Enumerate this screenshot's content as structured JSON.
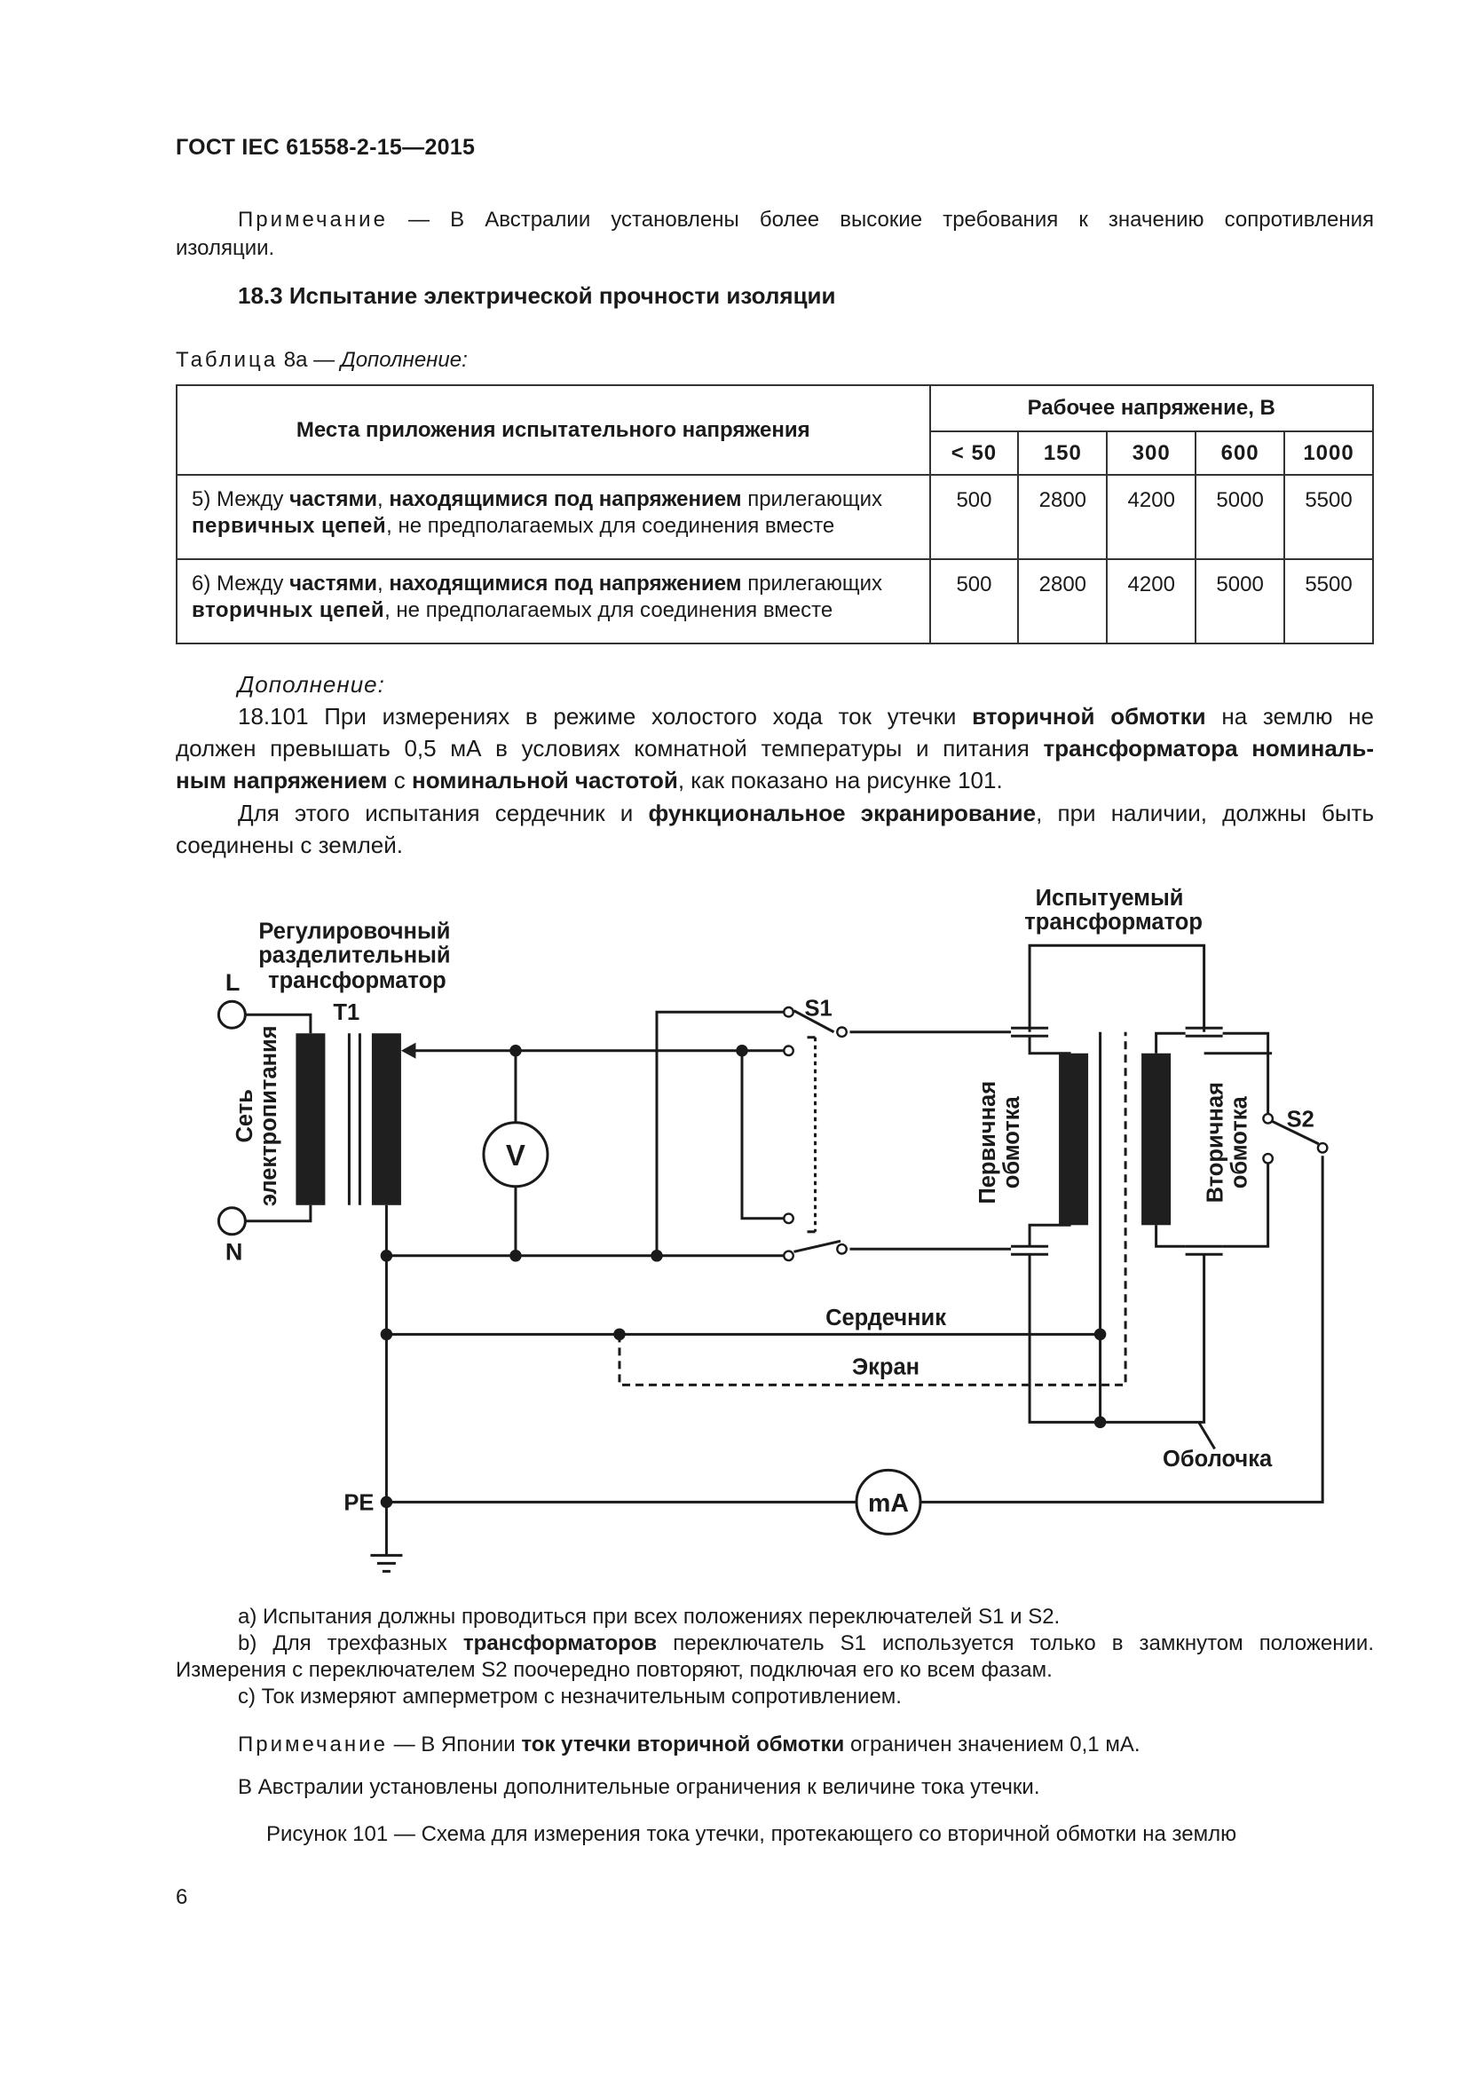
{
  "header": {
    "standard": "ГОСТ IEC 61558-2-15—2015"
  },
  "note1": {
    "label": "Примечание",
    "text": " — В Австралии установлены более высокие требования к значению сопротивления",
    "text2": "изоляции."
  },
  "section": {
    "title": "18.3 Испытание электрической прочности изоляции"
  },
  "table_caption": {
    "label": "Таблица",
    "text": " 8а — ",
    "italic": "Дополнение:"
  },
  "table": {
    "col_header": "Места приложения испытательного напряжения",
    "group_header": "Рабочее напряжение, В",
    "voltages": [
      "< 50",
      "150",
      "300",
      "600",
      "1000"
    ],
    "rows": [
      {
        "prefix": "5)  Между ",
        "b1": "частями",
        "m1": ", ",
        "b2": "находящимися под напряжением",
        "m2": " прилегающих ",
        "b3": "первичных цепей",
        "tail": ", не предполагаемых для соединения вместе",
        "values": [
          "500",
          "2800",
          "4200",
          "5000",
          "5500"
        ]
      },
      {
        "prefix": "6)  Между ",
        "b1": "частями",
        "m1": ", ",
        "b2": "находящимися под напряжением",
        "m2": " прилегающих ",
        "b3": "вторичных цепей",
        "tail": ", не предполагаемых для соединения вместе",
        "values": [
          "500",
          "2800",
          "4200",
          "5000",
          "5500"
        ]
      }
    ]
  },
  "addition": {
    "heading": "Дополнение:",
    "p1_a": "18.101 При измерениях в режиме холостого хода ток утечки ",
    "p1_b": "вторичной обмотки",
    "p1_c": " на землю не",
    "p2_a": "должен превышать 0,5 мА в условиях комнатной температуры и питания ",
    "p2_b": "трансформатора номиналь-",
    "p3_a": "ным напряжением",
    "p3_b": " с ",
    "p3_c": "номинальной частотой",
    "p3_d": ", как показано на рисунке 101.",
    "p4_a": "Для этого испытания сердечник и ",
    "p4_b": "функциональное экранирование",
    "p4_c": ", при наличии, должны быть",
    "p5": "соединены с землей."
  },
  "diagram": {
    "tested_transformer": [
      "Испытуемый",
      "трансформатор"
    ],
    "regulating_transformer": [
      "Регулировочный",
      "разделительный",
      "трансформатор"
    ],
    "L": "L",
    "N": "N",
    "T1": "T1",
    "S1": "S1",
    "S2": "S2",
    "PE": "PE",
    "mains": [
      "Сеть",
      "электропитания"
    ],
    "voltmeter": "V",
    "primary": [
      "Первичная",
      "обмотка"
    ],
    "secondary": [
      "Вторичная",
      "обмотка"
    ],
    "core": "Сердечник",
    "screen": "Экран",
    "enclosure": "Оболочка",
    "milliammeter": "mA"
  },
  "footnotes": {
    "a": "a)  Испытания должны проводиться при всех положениях переключателей S1 и S2.",
    "b1_a": "b)  Для трехфазных ",
    "b1_b": "трансформаторов",
    "b1_c": " переключатель S1 используется только в замкнутом положении.",
    "b2": "Измерения с переключателем S2 поочередно повторяют, подключая его ко всем фазам.",
    "c": "c)  Ток измеряют амперметром с незначительным сопротивлением."
  },
  "note2": {
    "label": "Примечание",
    "a": " — В Японии ",
    "b": "ток утечки вторичной обмотки",
    "c": " ограничен значением 0,1 мА."
  },
  "note3": "В Австралии установлены дополнительные ограничения к величине тока утечки.",
  "figure_caption": "Рисунок 101 — Схема для измерения тока утечки, протекающего со вторичной обмотки на землю",
  "page_number": "6"
}
